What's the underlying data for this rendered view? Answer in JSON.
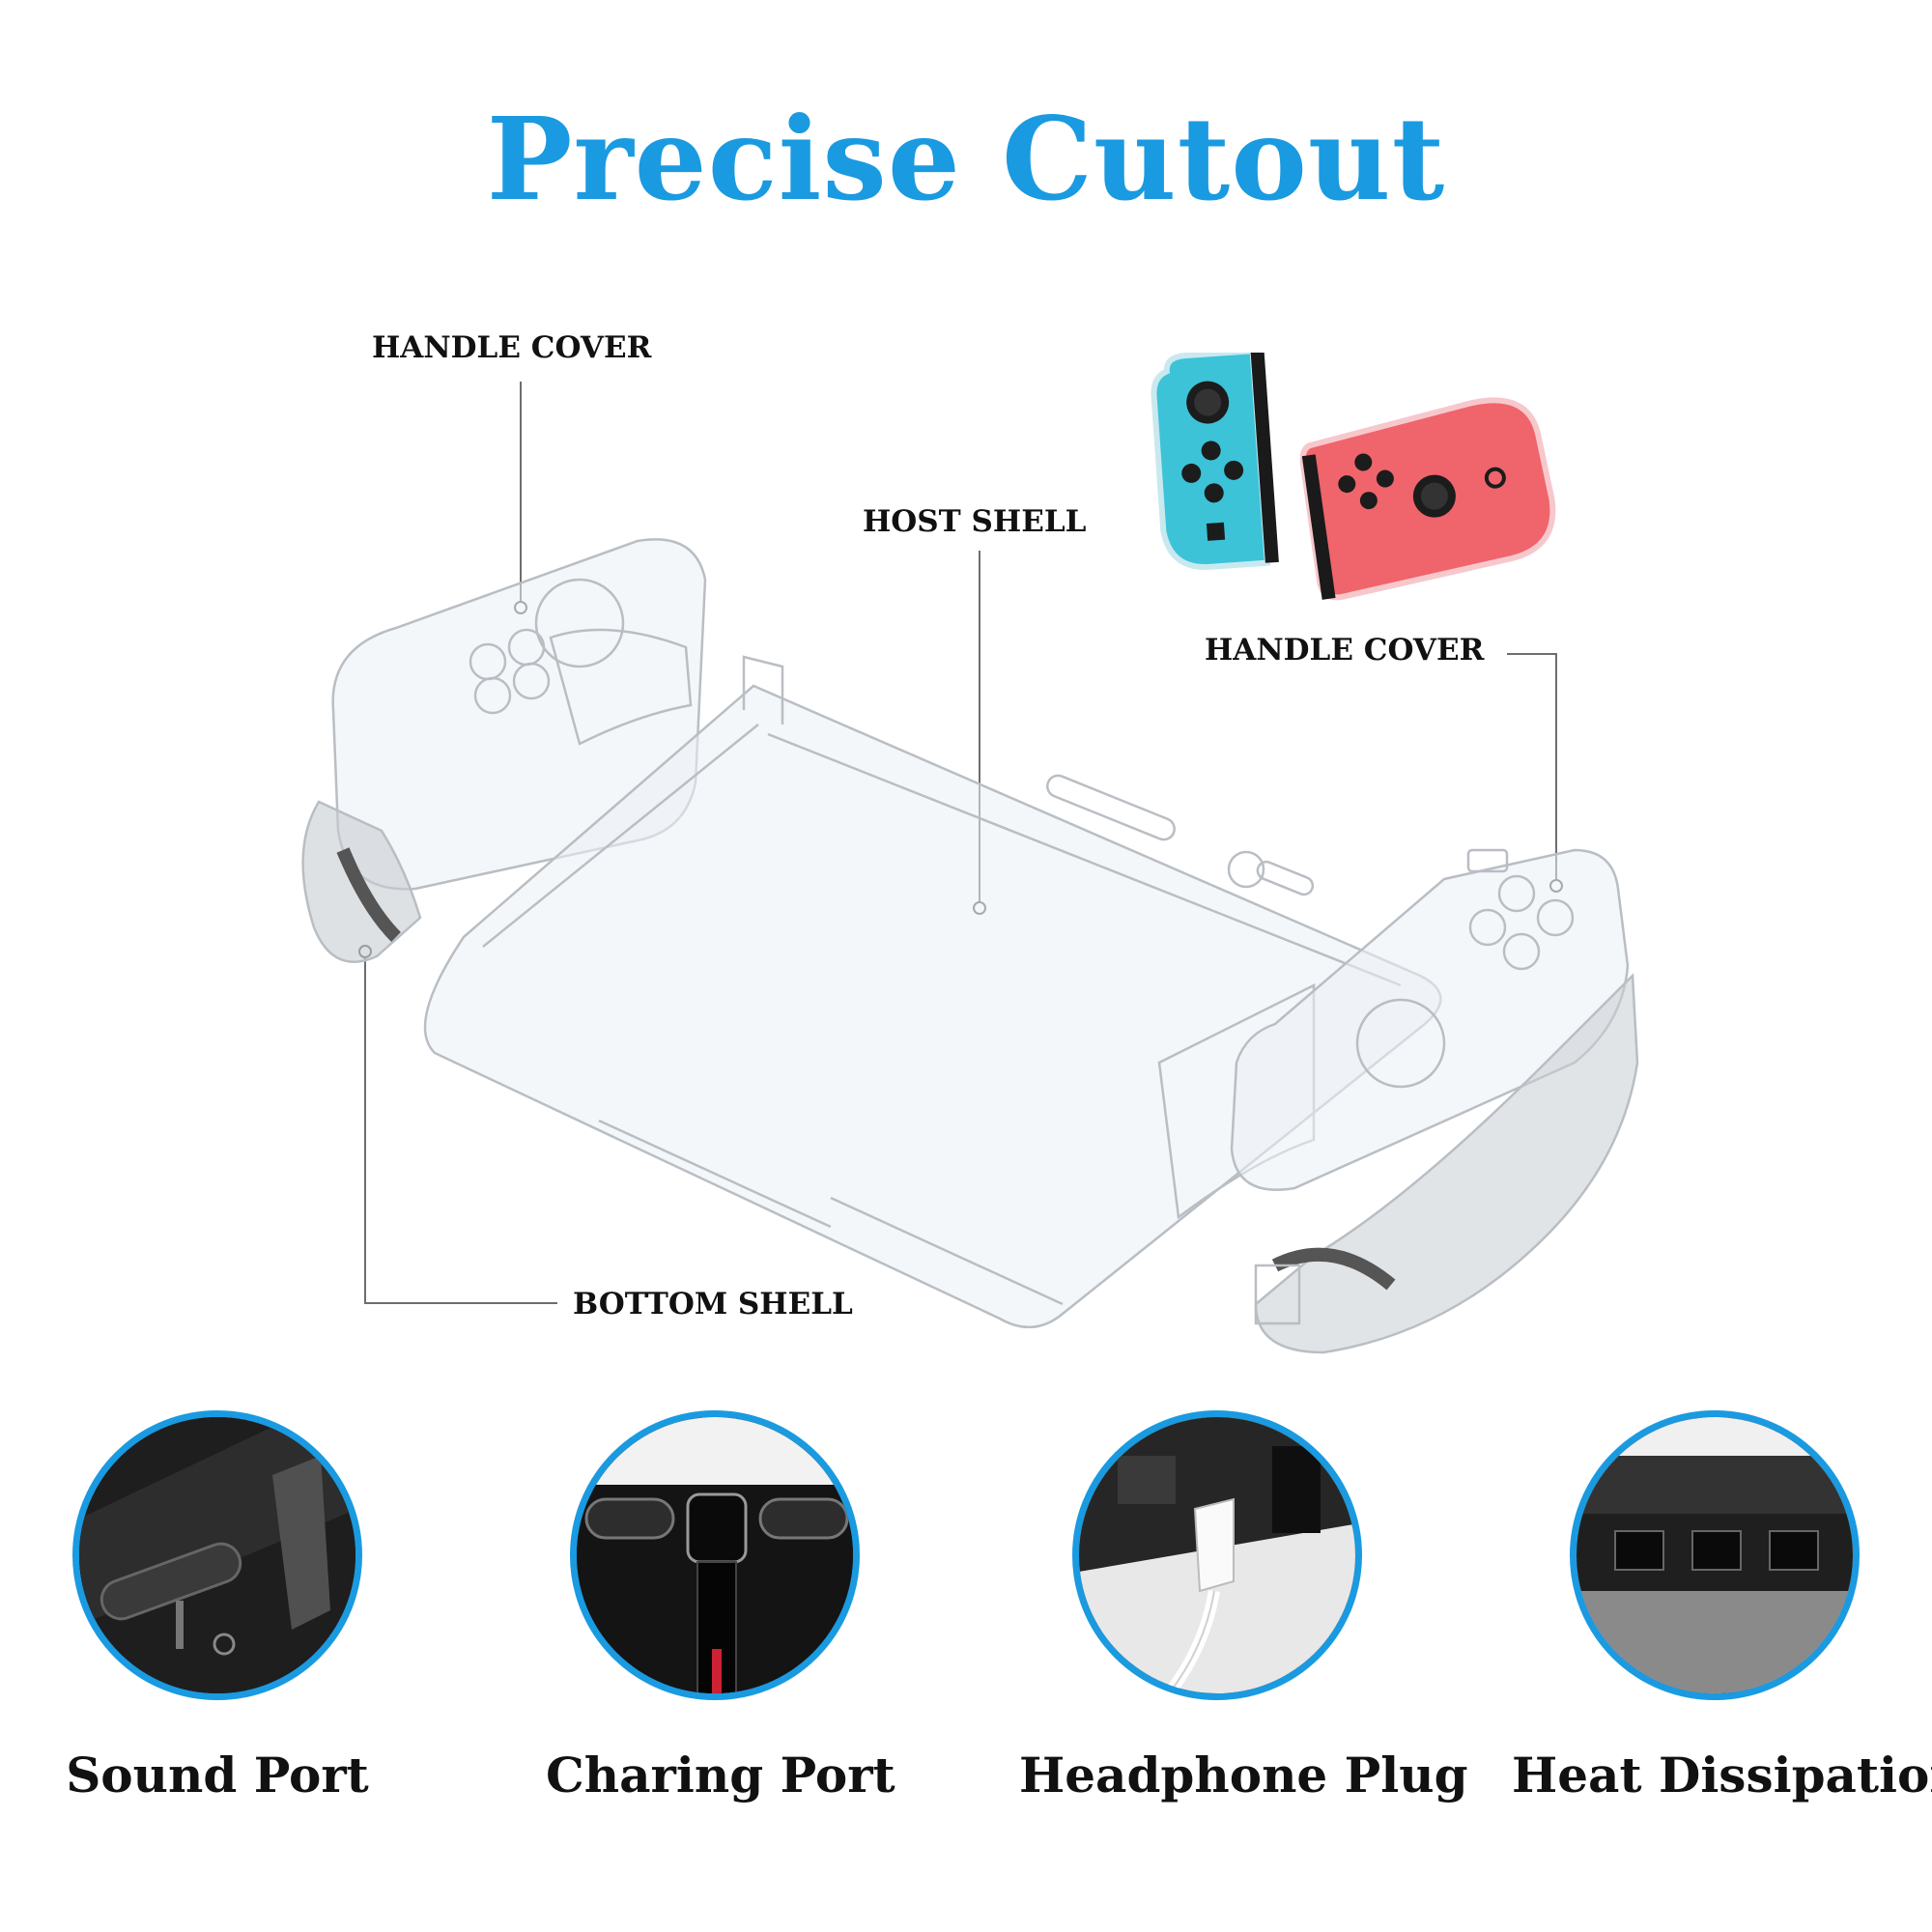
{
  "title": "Precise Cutout",
  "callouts": {
    "handle_cover_left": "HANDLE COVER",
    "host_shell": "HOST SHELL",
    "handle_cover_right": "HANDLE COVER",
    "bottom_shell": "BOTTOM SHELL"
  },
  "features": [
    {
      "label": "Sound Port",
      "icon": "sound-port-closeup"
    },
    {
      "label": "Charing Port",
      "icon": "charging-port-closeup"
    },
    {
      "label": "Headphone Plug",
      "icon": "headphone-plug-closeup"
    },
    {
      "label": "Heat Dissipation",
      "icon": "heat-vent-closeup"
    }
  ],
  "colors": {
    "accent": "#1a9ae0",
    "joycon_left": "#3cc3d8",
    "joycon_right": "#f0646c"
  }
}
